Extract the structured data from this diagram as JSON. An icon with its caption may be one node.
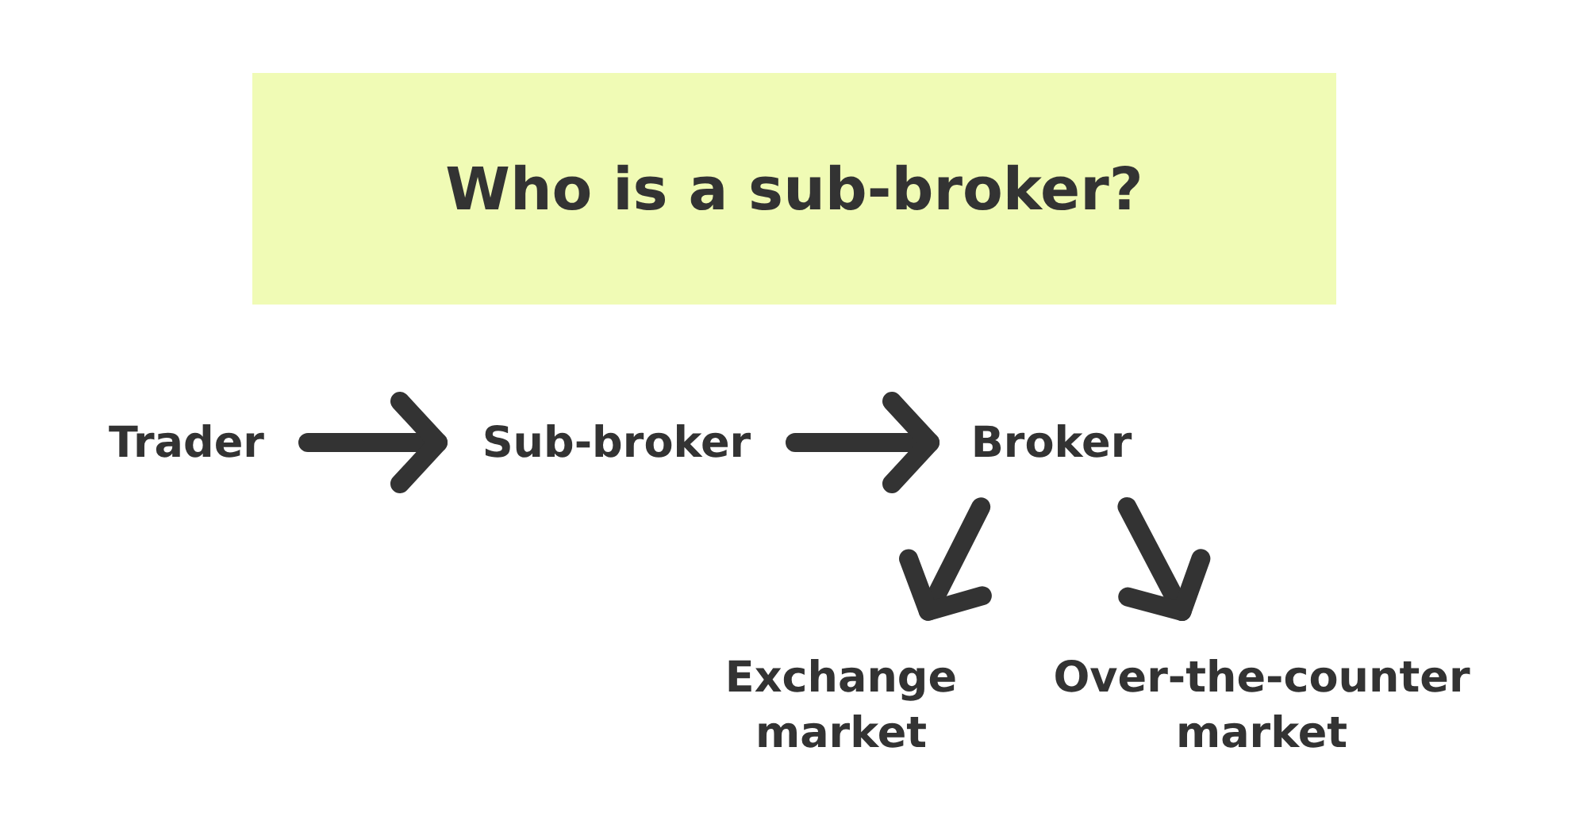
{
  "diagram": {
    "title": "Who is a sub-broker?",
    "nodes": [
      {
        "text": [
          "Trader"
        ]
      },
      {
        "text": [
          "Sub-broker"
        ]
      },
      {
        "text": [
          "Broker"
        ]
      },
      {
        "text": [
          "Exchange market"
        ]
      },
      {
        "text": [
          "Over-the-counter market"
        ]
      }
    ],
    "edges": [
      {
        "from": 0,
        "to": 1,
        "arrow": "to"
      },
      {
        "from": 1,
        "to": 2,
        "arrow": "to"
      },
      {
        "from": 2,
        "to": 3,
        "arrow": "to"
      },
      {
        "from": 2,
        "to": 4,
        "arrow": "to"
      }
    ]
  }
}
